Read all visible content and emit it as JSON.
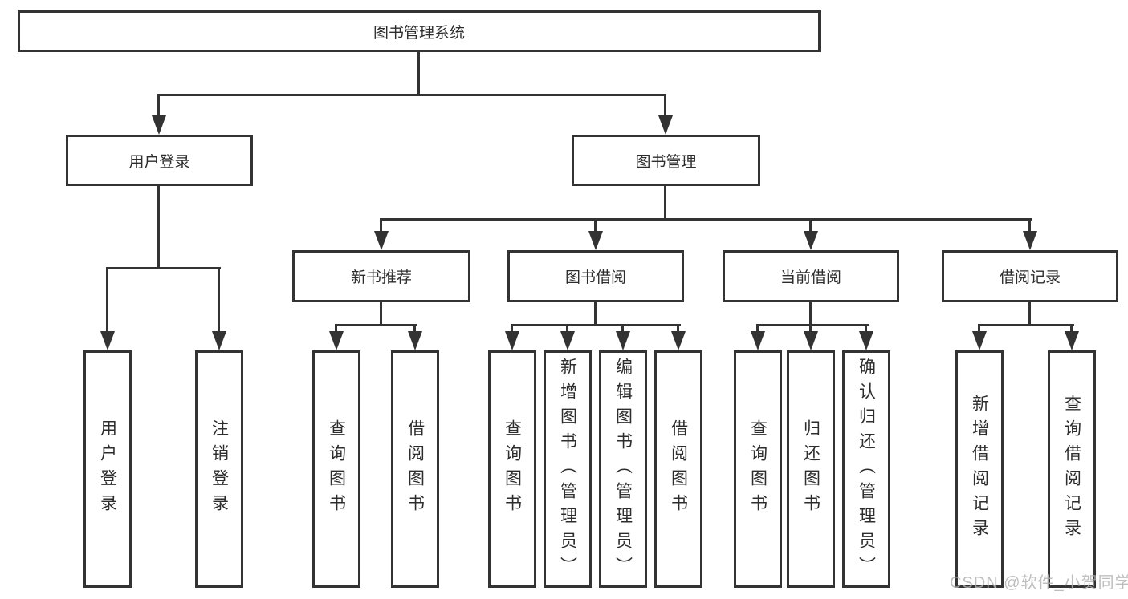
{
  "diagram": {
    "root": "图书管理系统",
    "branches": [
      {
        "label": "用户登录",
        "children": [
          "用户登录",
          "注销登录"
        ]
      },
      {
        "label": "图书管理",
        "children": []
      }
    ],
    "modules": [
      {
        "label": "新书推荐",
        "children": [
          "查询图书",
          "借阅图书"
        ]
      },
      {
        "label": "图书借阅",
        "children": [
          "查询图书",
          "新增图书（管理员）",
          "编辑图书（管理员）",
          "借阅图书"
        ]
      },
      {
        "label": "当前借阅",
        "children": [
          "查询图书",
          "归还图书",
          "确认归还（管理员）"
        ]
      },
      {
        "label": "借阅记录",
        "children": [
          "新增借阅记录",
          "查询借阅记录"
        ]
      }
    ],
    "watermark": "CSDN @软件_小贺同学",
    "colors": {
      "line": "#333333",
      "ink": "#2d2d2d",
      "bg": "#ffffff",
      "watermark": "#b3b3b3"
    }
  }
}
